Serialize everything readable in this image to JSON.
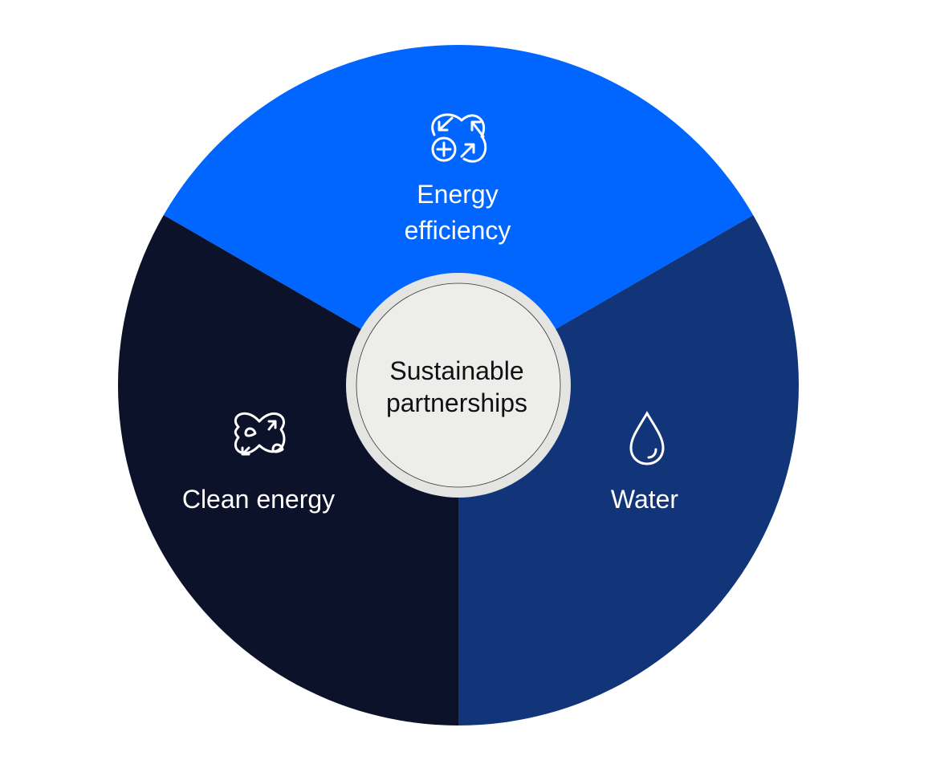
{
  "center": {
    "line1": "Sustainable",
    "line2": "partnerships"
  },
  "segments": [
    {
      "id": "energy-efficiency",
      "line1": "Energy",
      "line2": "efficiency",
      "icon": "energy-efficiency-icon",
      "color": "#0066FF"
    },
    {
      "id": "water",
      "label": "Water",
      "icon": "water-drop-icon",
      "color": "#12357A"
    },
    {
      "id": "clean-energy",
      "label": "Clean energy",
      "icon": "clean-energy-icon",
      "color": "#0B1229"
    }
  ],
  "colors": {
    "center_fill": "#EDEDEB",
    "text_light": "#FFFFFF",
    "text_dark": "#111111"
  }
}
